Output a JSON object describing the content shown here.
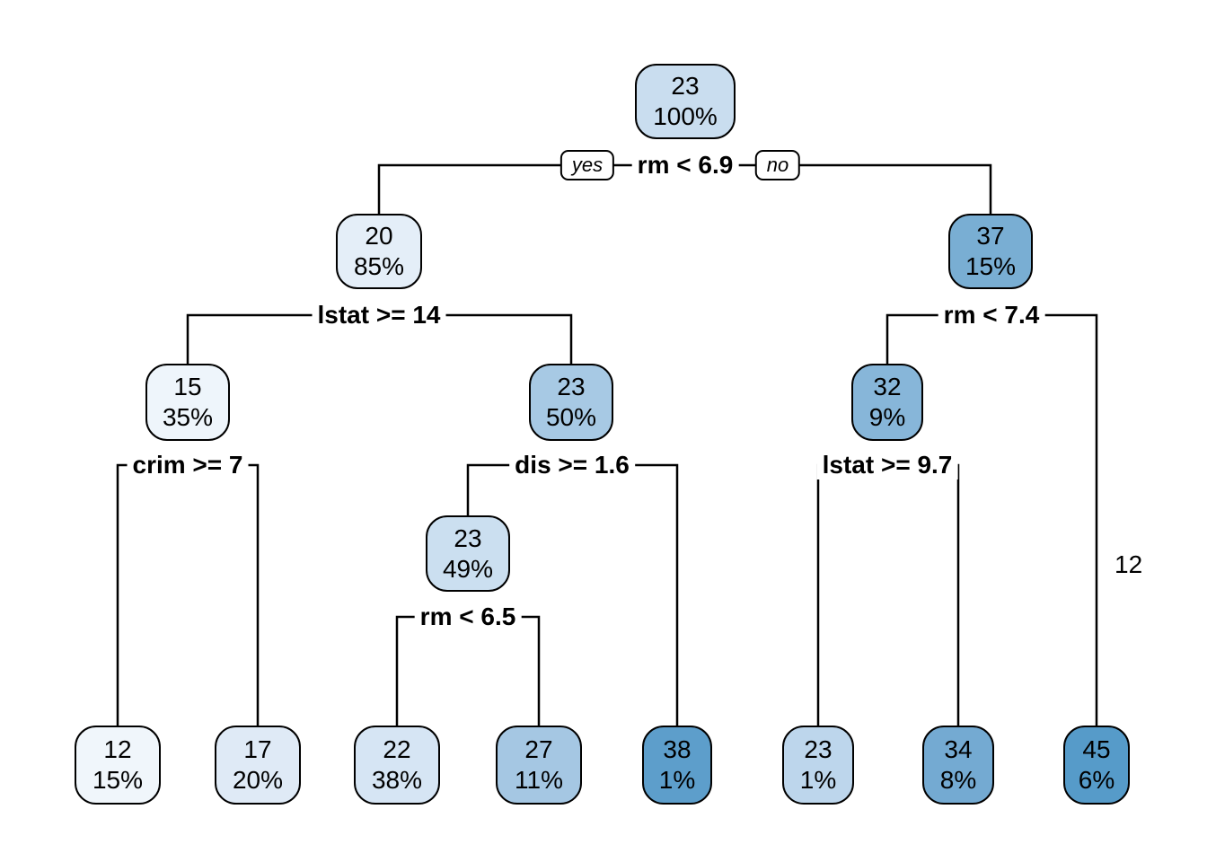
{
  "diagram": {
    "type": "decision-tree",
    "background": "#ffffff",
    "line_color": "#000000",
    "branch_labels": {
      "yes": "yes",
      "no": "no"
    },
    "nodes": [
      {
        "id": "n1",
        "value": "23",
        "percent": "100%",
        "fill": "#c9ddef"
      },
      {
        "id": "n2",
        "value": "20",
        "percent": "85%",
        "fill": "#e4eef8"
      },
      {
        "id": "n3",
        "value": "37",
        "percent": "15%",
        "fill": "#79aed3"
      },
      {
        "id": "n4",
        "value": "15",
        "percent": "35%",
        "fill": "#eef5fb"
      },
      {
        "id": "n5",
        "value": "23",
        "percent": "50%",
        "fill": "#a7c9e4"
      },
      {
        "id": "n6",
        "value": "32",
        "percent": "9%",
        "fill": "#87b6d9"
      },
      {
        "id": "n7",
        "value": "23",
        "percent": "49%",
        "fill": "#cbdff0"
      },
      {
        "id": "L1",
        "value": "12",
        "percent": "15%",
        "fill": "#f0f6fb"
      },
      {
        "id": "L2",
        "value": "17",
        "percent": "20%",
        "fill": "#dfeaf6"
      },
      {
        "id": "L3",
        "value": "22",
        "percent": "38%",
        "fill": "#d6e5f4"
      },
      {
        "id": "L4",
        "value": "27",
        "percent": "11%",
        "fill": "#a5c7e3"
      },
      {
        "id": "L5",
        "value": "38",
        "percent": "1%",
        "fill": "#5d9ecb"
      },
      {
        "id": "L6",
        "value": "23",
        "percent": "1%",
        "fill": "#bdd6ec"
      },
      {
        "id": "L7",
        "value": "34",
        "percent": "8%",
        "fill": "#74aad2"
      },
      {
        "id": "L8",
        "value": "45",
        "percent": "6%",
        "fill": "#569bc9"
      }
    ],
    "splits": [
      {
        "label": "rm < 6.9",
        "parent": "n1",
        "left": "n2",
        "right": "n3"
      },
      {
        "label": "lstat >= 14",
        "parent": "n2",
        "left": "n4",
        "right": "n5"
      },
      {
        "label": "rm < 7.4",
        "parent": "n3",
        "left": "n6",
        "right": "L8"
      },
      {
        "label": "crim >= 7",
        "parent": "n4",
        "left": "L1",
        "right": "L2"
      },
      {
        "label": "dis >= 1.6",
        "parent": "n5",
        "left": "n7",
        "right": "L5"
      },
      {
        "label": "lstat >= 9.7",
        "parent": "n6",
        "left": "L6",
        "right": "L7"
      },
      {
        "label": "rm < 6.5",
        "parent": "n7",
        "left": "L3",
        "right": "L4"
      }
    ],
    "clipped_text": "12"
  }
}
